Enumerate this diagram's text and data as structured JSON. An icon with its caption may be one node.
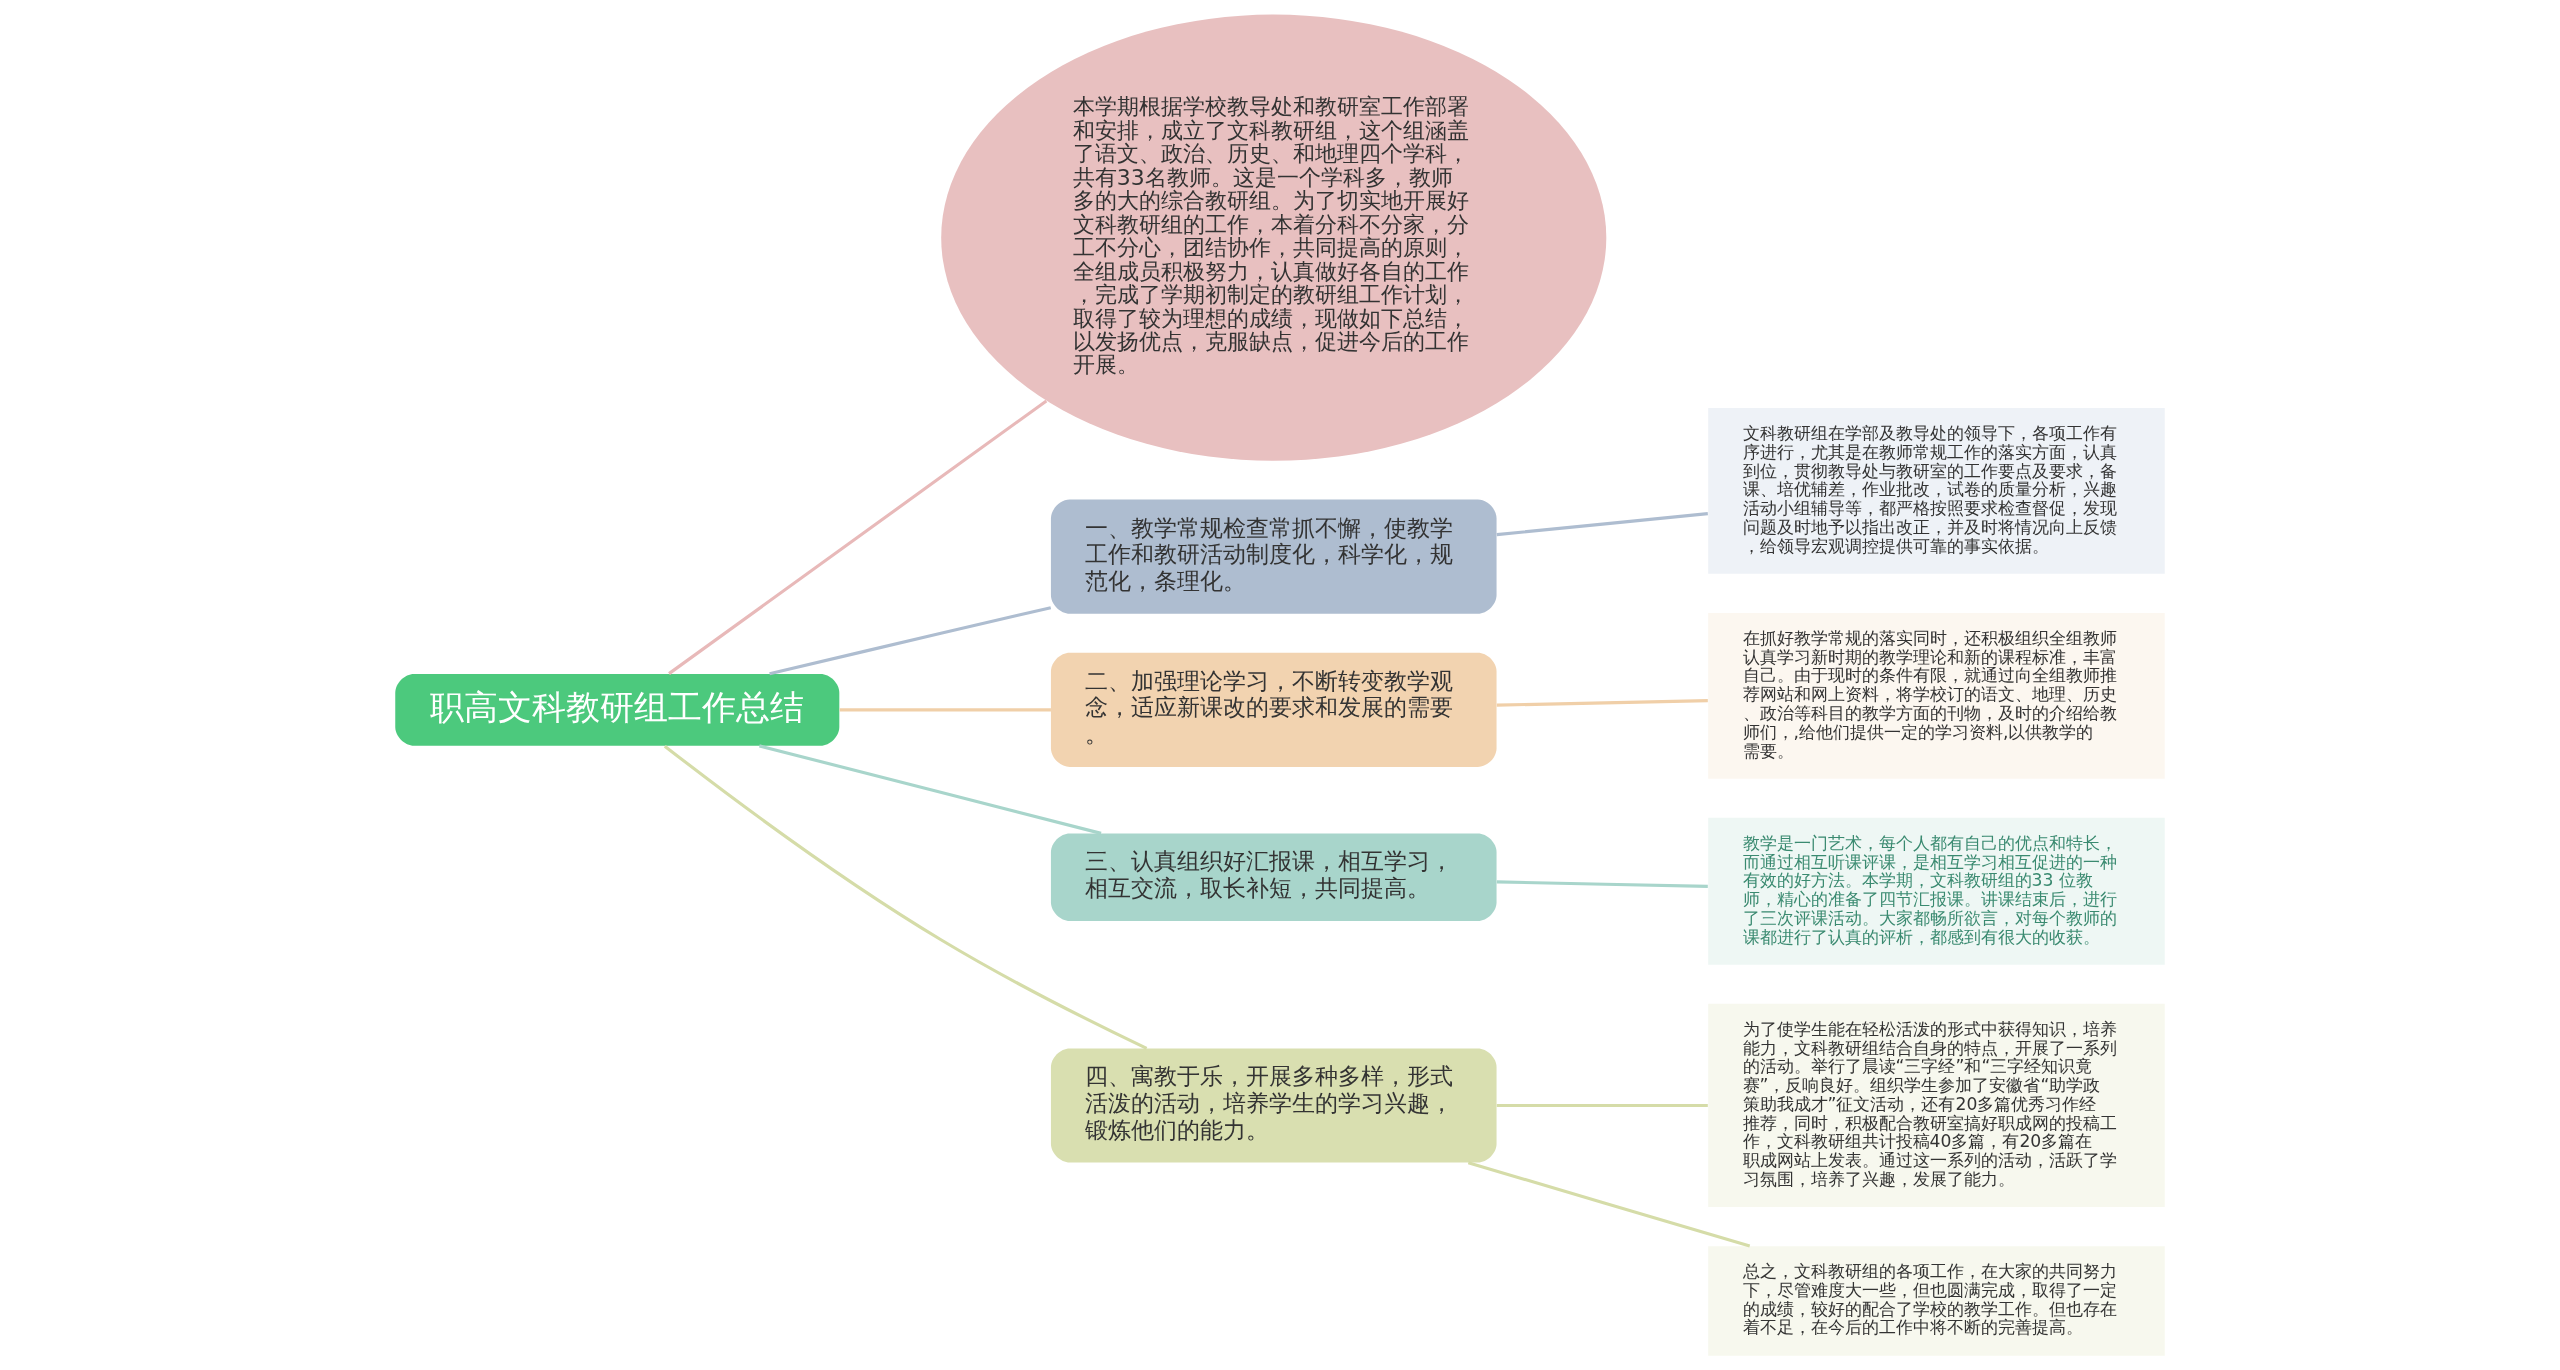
{
  "diagram": {
    "nodes": [
      {
        "text": [
          "职高文科教研组工作总结"
        ]
      },
      {
        "text": [
          "本学期根据学校教导处和教研室工作部署和安排，成立了文科教研组，这个组涵盖了语文、政治、历史、和地理四个学科，共有33名教师。这是一个学科多，教师多的大的综合教研组。为了切实地开展好文科教研组的工作，本着分科不分家，分工不分心，团结协作，共同提高的原则，全组成员积极努力，认真做好各自的工作，完成了学期初制定的教研组工作计划，取得了较为理想的成绩，现做如下总结，以发扬优点，克服缺点，促进今后的工作开展。"
        ]
      },
      {
        "text": [
          "一、教学常规检查常抓不懈，使教学工作和教研活动制度化，科学化，规范化，条理化。"
        ]
      },
      {
        "text": [
          "文科教研组在学部及教导处的领导下，各项工作有序进行，尤其是在教师常规工作的落实方面，认真到位，贯彻教导处与教研室的工作要点及要求，备课、培优辅差，作业批改，试卷的质量分析，兴趣活动小组辅导等，都严格按照要求检查督促，发现问题及时地予以指出改正，并及时将情况向上反馈，给领导宏观调控提供可靠的事实依据。"
        ]
      },
      {
        "text": [
          "二、加强理论学习，不断转变教学观念，适应新课改的要求和发展的需要。"
        ]
      },
      {
        "text": [
          "在抓好教学常规的落实同时，还积极组织全组教师认真学习新时期的教学理论和新的课程标准，丰富自己。由于现时的条件有限，就通过向全组教师推荐网站和网上资料，将学校订的语文、地理、历史、政治等科目的教学方面的刊物，及时的介绍给教师们，,给他们提供一定的学习资料,以供教学的需要。"
        ]
      },
      {
        "text": [
          "三、认真组织好汇报课，相互学习，相互交流，取长补短，共同提高。"
        ]
      },
      {
        "text": [
          "教学是一门艺术，每个人都有自己的优点和特长，而通过相互听课评课，是相互学习相互促进的一种有效的好方法。本学期，文科教研组的33 位教师，精心的准备了四节汇报课。讲课结束后，进行了三次评课活动。大家都畅所欲言，对每个教师的课都进行了认真的评析，都感到有很大的收获。"
        ]
      },
      {
        "text": [
          "四、寓教于乐，开展多种多样，形式活泼的活动，培养学生的学习兴趣，锻炼他们的能力。"
        ]
      },
      {
        "text": [
          "为了使学生能在轻松活泼的形式中获得知识，培养能力，文科教研组结合自身的特点，开展了一系列的活动。举行了晨读“三字经”和“三字经知识竟赛”，反响良好。组织学生参加了安徽省“助学政策助我成才”征文活动，还有20多篇优秀习作经推荐，同时，积极配合教研室搞好职成网的投稿工作，文科教研组共计投稿40多篇，有20多篇在职成网站上发表。通过这一系列的活动，活跃了学习氛围，培养了兴趣，发展了能力。"
        ]
      },
      {
        "text": [
          "总之，文科教研组的各项工作，在大家的共同努力下，尽管难度大一些，但也圆满完成，取得了一定的成绩，较好的配合了学校的教学工作。但也存在着不足，在今后的工作中将不断的完善提高。"
        ]
      }
    ],
    "edges": [
      {
        "from": 0,
        "to": 1,
        "arrow": "none",
        "color": "#e8b9b9"
      },
      {
        "from": 0,
        "to": 2,
        "arrow": "none",
        "color": "#aebdd0"
      },
      {
        "from": 2,
        "to": 3,
        "arrow": "none",
        "color": "#aebdd0"
      },
      {
        "from": 0,
        "to": 4,
        "arrow": "none",
        "color": "#f0cfa8"
      },
      {
        "from": 4,
        "to": 5,
        "arrow": "none",
        "color": "#f0cfa8"
      },
      {
        "from": 0,
        "to": 6,
        "arrow": "none",
        "color": "#a8d5cb"
      },
      {
        "from": 6,
        "to": 7,
        "arrow": "none",
        "color": "#a8d5cb"
      },
      {
        "from": 0,
        "to": 8,
        "arrow": "none",
        "color": "#d5dca8"
      },
      {
        "from": 8,
        "to": 9,
        "arrow": "none",
        "color": "#d5dca8"
      },
      {
        "from": 8,
        "to": 10,
        "arrow": "none",
        "color": "#d5dca8"
      }
    ]
  }
}
